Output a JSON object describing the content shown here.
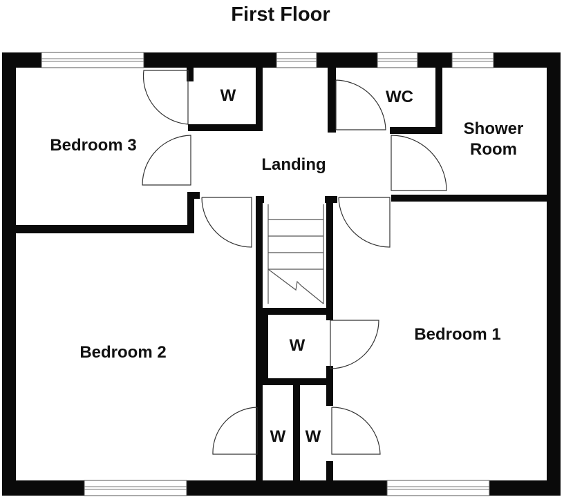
{
  "title": "First Floor",
  "rooms": {
    "bedroom_3": "Bedroom 3",
    "wardrobe_bed3": "W",
    "landing": "Landing",
    "wc": "WC",
    "shower_line1": "Shower",
    "shower_line2": "Room",
    "bedroom_2": "Bedroom 2",
    "bedroom_1": "Bedroom 1",
    "wardrobe_center": "W",
    "wardrobe_bottom_left": "W",
    "wardrobe_bottom_right": "W"
  },
  "colors": {
    "wall": "#0a0a0a",
    "background": "#ffffff"
  }
}
